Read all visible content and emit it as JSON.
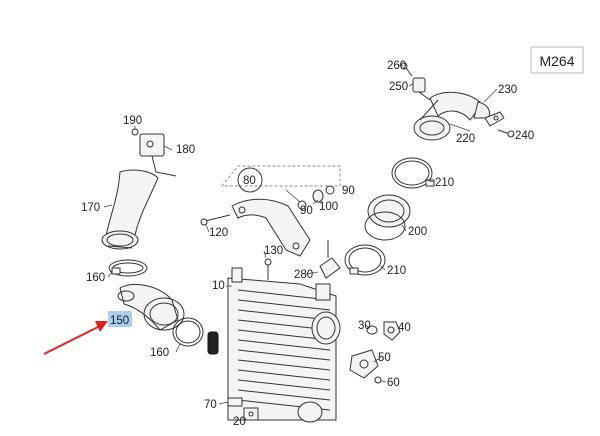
{
  "model_code": "M264",
  "highlight_color": "#a9cff0",
  "arrow_color": "#e02020",
  "highlighted_label": "150",
  "labels": [
    {
      "id": "p260",
      "text": "260"
    },
    {
      "id": "p250",
      "text": "250"
    },
    {
      "id": "p230",
      "text": "230"
    },
    {
      "id": "p220",
      "text": "220"
    },
    {
      "id": "p240",
      "text": "240"
    },
    {
      "id": "p190",
      "text": "190"
    },
    {
      "id": "p180",
      "text": "180"
    },
    {
      "id": "p170",
      "text": "170"
    },
    {
      "id": "p80",
      "text": "80"
    },
    {
      "id": "p90a",
      "text": "90"
    },
    {
      "id": "p90b",
      "text": "90"
    },
    {
      "id": "p100",
      "text": "100"
    },
    {
      "id": "p210a",
      "text": "210"
    },
    {
      "id": "p120",
      "text": "120"
    },
    {
      "id": "p200",
      "text": "200"
    },
    {
      "id": "p130",
      "text": "130"
    },
    {
      "id": "p280",
      "text": "280"
    },
    {
      "id": "p210b",
      "text": "210"
    },
    {
      "id": "p160a",
      "text": "160"
    },
    {
      "id": "p10",
      "text": "10"
    },
    {
      "id": "p150",
      "text": "150"
    },
    {
      "id": "p160b",
      "text": "160"
    },
    {
      "id": "p30",
      "text": "30"
    },
    {
      "id": "p40",
      "text": "40"
    },
    {
      "id": "p50",
      "text": "50"
    },
    {
      "id": "p60",
      "text": "60"
    },
    {
      "id": "p70",
      "text": "70"
    },
    {
      "id": "p20",
      "text": "20"
    }
  ]
}
